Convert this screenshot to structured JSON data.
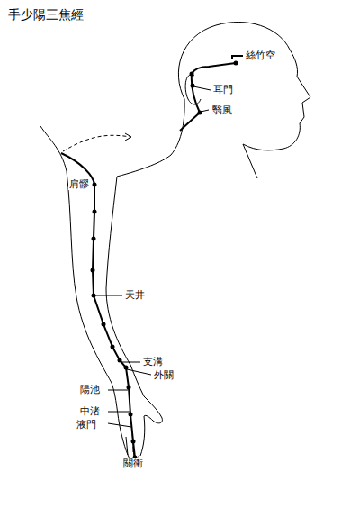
{
  "diagram": {
    "title": "手少陽三焦經",
    "labels": [
      "絲竹空",
      "耳門",
      "翳風",
      "肩髎",
      "天井",
      "支溝",
      "外關",
      "陽池",
      "中渚",
      "液門",
      "關衝"
    ]
  }
}
